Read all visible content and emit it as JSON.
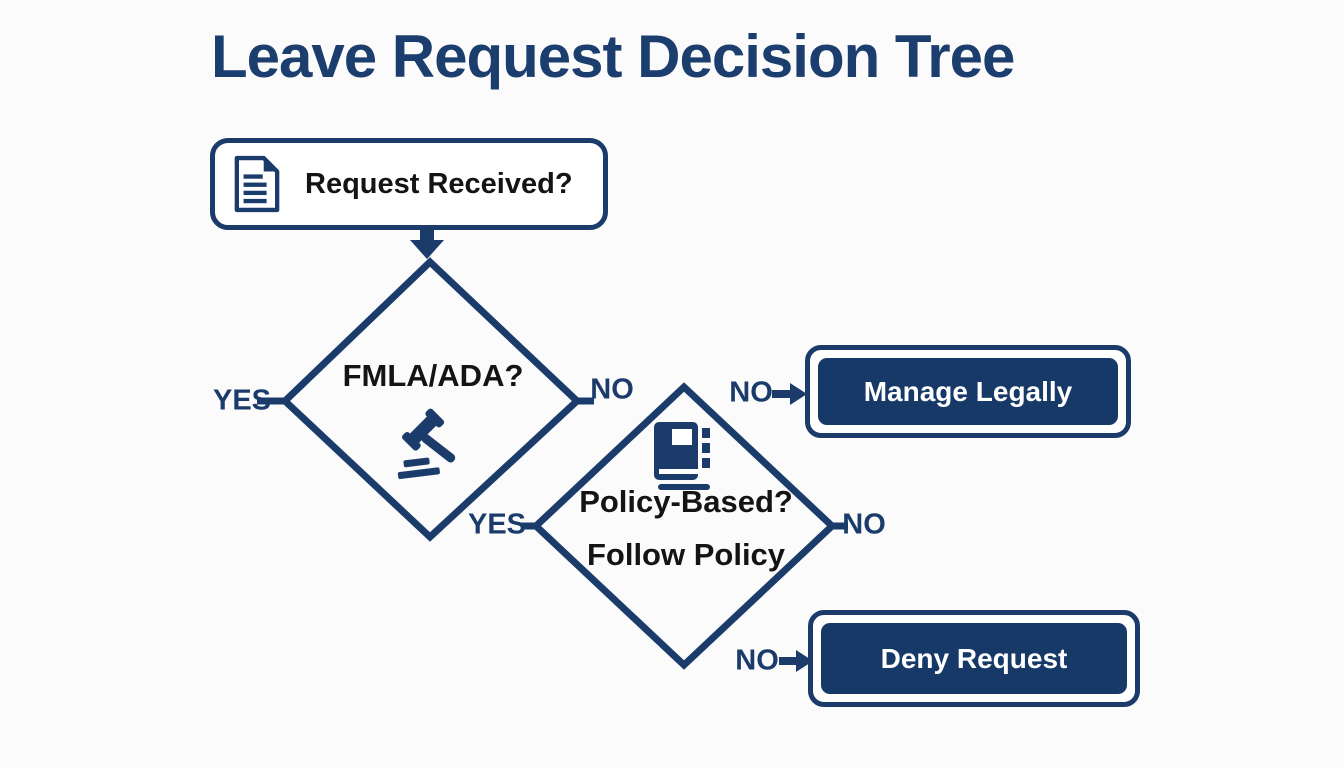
{
  "title": "Leave Request Decision Tree",
  "colors": {
    "navy": "#1b3c6b",
    "outcome_fill": "#163968",
    "background": "#fbfbfb",
    "question_text": "#141414",
    "outcome_text": "#ffffff"
  },
  "flow": {
    "start": {
      "label": "Request Received?",
      "icon": "document-icon"
    },
    "fmla_decision": {
      "question": "FMLA/ADA?",
      "icon": "gavel-icon",
      "yes": "YES",
      "no": "NO"
    },
    "policy_decision": {
      "question": "Policy-Based?",
      "action": "Follow Policy",
      "icon": "book-icon",
      "yes": "YES",
      "no": "NO"
    },
    "manage_outcome": {
      "label": "Manage Legally",
      "branch": "NO"
    },
    "deny_outcome": {
      "label": "Deny Request",
      "branch": "NO"
    }
  },
  "icons": {
    "connector_down": "arrow-down-icon",
    "connector_branch": "arrow-right-icon"
  }
}
